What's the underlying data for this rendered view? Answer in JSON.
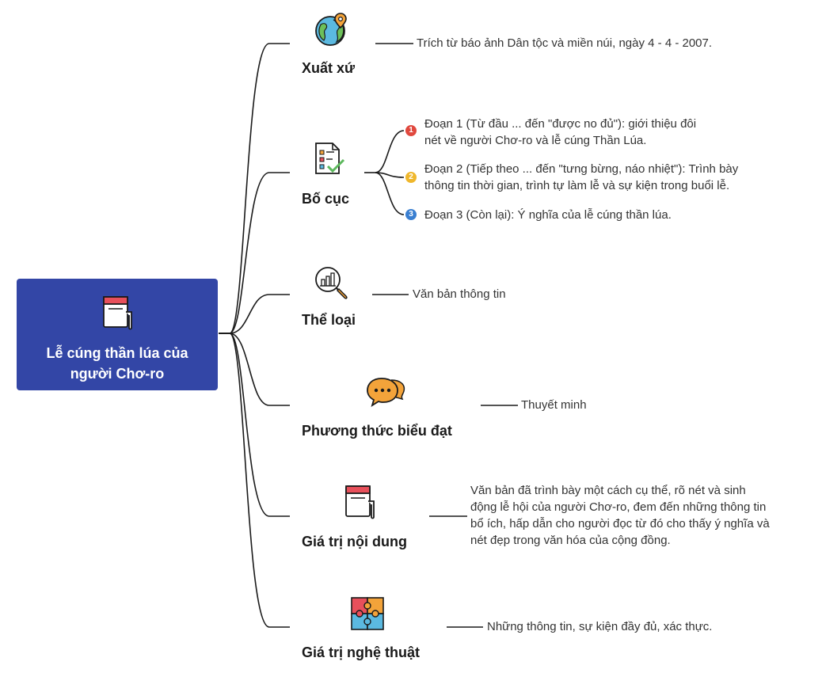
{
  "root": {
    "title_line1": "Lễ cúng thần lúa của",
    "title_line2": "người Chơ-ro",
    "icon": "notebook-icon"
  },
  "colors": {
    "root_bg": "#3346a6",
    "badge_1": "#e0483e",
    "badge_2": "#efb72c",
    "badge_3": "#3a7fd1"
  },
  "branches": [
    {
      "label": "Xuất xứ",
      "icon": "globe-pin-icon",
      "detail": "Trích từ báo ảnh Dân tộc và miền núi, ngày 4 - 4 - 2007."
    },
    {
      "label": "Bố cục",
      "icon": "checklist-icon",
      "items": [
        {
          "badge": "1",
          "line1": "Đoạn 1 (Từ đầu ... đến \"được no đủ\"): giới thiệu đôi",
          "line2": "nét về người Chơ-ro và lễ cúng Thần Lúa."
        },
        {
          "badge": "2",
          "line1": "Đoạn 2 (Tiếp theo ... đến \"tưng bừng, náo nhiệt\"): Trình bày",
          "line2": "thông tin thời gian, trình tự làm lễ và sự kiện trong buổi lễ."
        },
        {
          "badge": "3",
          "line1": "Đoạn 3 (Còn lại): Ý nghĩa của lễ cúng thần lúa.",
          "line2": ""
        }
      ]
    },
    {
      "label": "Thể loại",
      "icon": "chart-magnifier-icon",
      "detail": "Văn bản thông tin"
    },
    {
      "label": "Phương thức biểu đạt",
      "icon": "speech-bubbles-icon",
      "detail": "Thuyết minh"
    },
    {
      "label": "Giá trị nội dung",
      "icon": "notebook-icon",
      "detail_lines": [
        "Văn bản đã trình bày một cách cụ thể, rõ nét và sinh",
        "động lễ hội của người Chơ-ro, đem đến những thông tin",
        "bổ ích, hấp dẫn cho người đọc từ đó cho thấy ý nghĩa và",
        "nét đẹp trong văn hóa của cộng đồng."
      ]
    },
    {
      "label": "Giá trị nghệ thuật",
      "icon": "puzzle-icon",
      "detail": "Những thông tin, sự kiện đầy đủ, xác thực."
    }
  ]
}
